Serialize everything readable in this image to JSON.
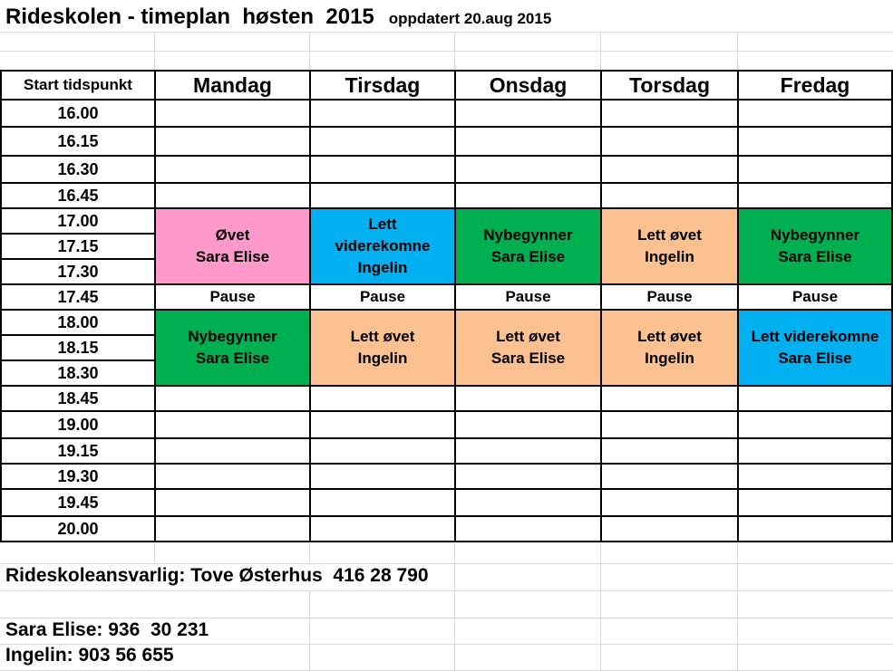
{
  "header": {
    "title": "Rideskolen - timeplan  høsten  2015",
    "updated": "oppdatert 20.aug 2015"
  },
  "table": {
    "time_header": "Start tidspunkt",
    "days": [
      "Mandag",
      "Tirsdag",
      "Onsdag",
      "Torsdag",
      "Fredag"
    ],
    "times": [
      "16.00",
      "16.15",
      "16.30",
      "16.45",
      "17.00",
      "17.15",
      "17.30",
      "17.45",
      "18.00",
      "18.15",
      "18.30",
      "18.45",
      "19.00",
      "19.15",
      "19.30",
      "19.45",
      "20.00"
    ],
    "pause_label": "Pause",
    "block1": [
      {
        "lines": [
          "Øvet",
          "Sara Elise"
        ],
        "color": "#ff99cc"
      },
      {
        "lines": [
          "Lett",
          "viderekomne",
          "Ingelin"
        ],
        "color": "#00b0f0"
      },
      {
        "lines": [
          "Nybegynner",
          "Sara Elise"
        ],
        "color": "#00b050"
      },
      {
        "lines": [
          "Lett øvet",
          "Ingelin"
        ],
        "color": "#fac090"
      },
      {
        "lines": [
          "Nybegynner",
          "Sara Elise"
        ],
        "color": "#00b050"
      }
    ],
    "block2": [
      {
        "lines": [
          "Nybegynner",
          "Sara Elise"
        ],
        "color": "#00b050"
      },
      {
        "lines": [
          "Lett øvet",
          "Ingelin"
        ],
        "color": "#fac090"
      },
      {
        "lines": [
          "Lett øvet",
          "Sara Elise"
        ],
        "color": "#fac090"
      },
      {
        "lines": [
          "Lett øvet",
          "Ingelin"
        ],
        "color": "#fac090"
      },
      {
        "lines": [
          "Lett viderekomne",
          "Sara Elise"
        ],
        "color": "#00b0f0"
      }
    ]
  },
  "footer": {
    "responsible": "Rideskoleansvarlig: Tove Østerhus  416 28 790",
    "contact1": "Sara Elise: 936  30 231",
    "contact2": "Ingelin: 903 56 655"
  }
}
